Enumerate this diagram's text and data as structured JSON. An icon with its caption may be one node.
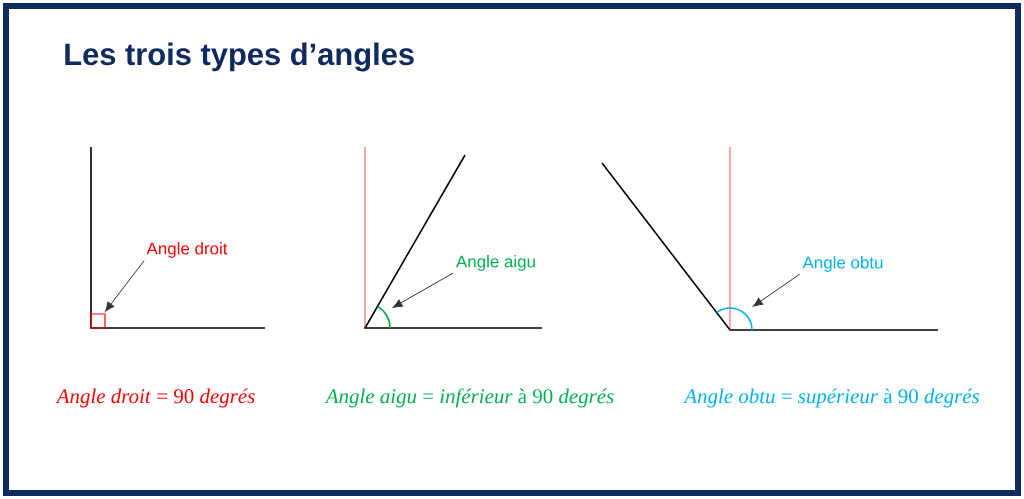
{
  "diagram": {
    "title": "Les trois types d’angles",
    "nodes": [
      {
        "text": [
          "Angle droit"
        ]
      },
      {
        "text": [],
        "shape": "box"
      },
      {
        "text": [
          "Angle aigu"
        ]
      },
      {
        "text": [],
        "shape": "arc"
      },
      {
        "text": [
          "Angle obtu"
        ]
      },
      {
        "text": [],
        "shape": "arc"
      }
    ],
    "edges": [
      {
        "from": 0,
        "to": 1,
        "arrow": "to"
      },
      {
        "from": 2,
        "to": 3,
        "arrow": "to"
      },
      {
        "from": 4,
        "to": 5,
        "arrow": "to"
      }
    ],
    "labels": [
      "*Angle droit* = 90 *degrés*",
      "*Angle aigu* = *inférieur* à 90 *degrés*",
      "*Angle obtu* = *supérieur* à 90 *degrés*"
    ]
  }
}
